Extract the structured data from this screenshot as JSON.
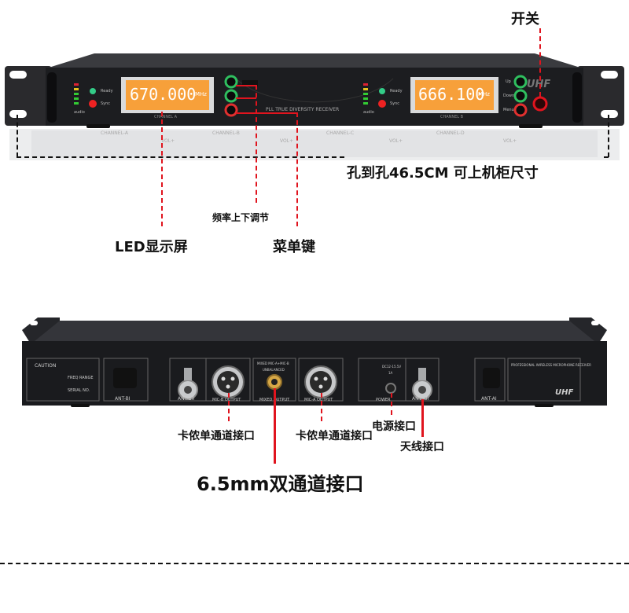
{
  "front": {
    "display_a": {
      "freq": "670.000",
      "unit": "MHz",
      "ch_label": "CHANNEL A"
    },
    "display_b": {
      "freq": "666.100",
      "unit": "MHz",
      "ch_label": "CHANNEL B"
    },
    "center_brand": "PLL TRUE DIVERSITY RECEIVER",
    "logo": "UHF",
    "side_labels": {
      "ready": "Ready",
      "sync": "Sync",
      "audio": "audio",
      "up": "Up",
      "down": "Down",
      "menu": "Menu"
    }
  },
  "reflection": {
    "labels": [
      "CHANNEL-A",
      "CHANNEL-B",
      "CHANNEL-C",
      "CHANNEL-D"
    ],
    "vol": "VOL+"
  },
  "back": {
    "left_caution": "CAUTION",
    "freq_range": "FREQ RANGE",
    "serial": "SERIAL NO.",
    "ant_bii": "ANT-BII",
    "ant_bi": "ANT-BI",
    "mic_b_output": "MIC-B OUTPUT",
    "mixed_title": "MIXED MIC-A+MIC-B",
    "unbalanced": "UNBALANCED",
    "mixed_output": "MIXED OUTPUT",
    "mic_a_output": "MIC-A OUTPUT",
    "dc_label": "DC12-15.5V",
    "amp": "1A",
    "power": "POWER",
    "ant_aii": "ANT-AII",
    "ant_ai": "ANT-AI",
    "info_title": "PROFESSIONAL WIRELESS MICROPHONE RECEIVER",
    "logo": "UHF"
  },
  "labels": {
    "switch": "开关",
    "hole_size": "孔到孔46.5CM 可上机柜尺寸",
    "freq_adjust": "频率上下调节",
    "led_screen": "LED显示屏",
    "menu_key": "菜单键",
    "xlr_left": "卡侬单通道接口",
    "xlr_right": "卡侬单通道接口",
    "power_port": "电源接口",
    "antenna_port": "天线接口",
    "jack_port": "6.5mm双通道接口"
  }
}
